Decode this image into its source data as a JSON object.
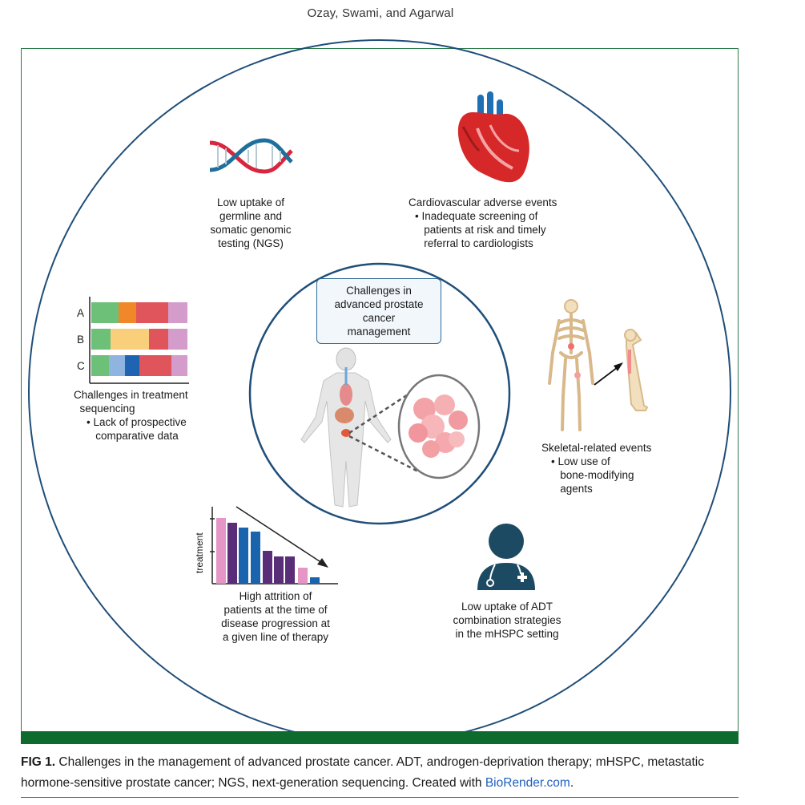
{
  "running_head": "Ozay, Swami, and Agarwal",
  "center": {
    "title": "Challenges in\nadvanced prostate\ncancer\nmanagement"
  },
  "items": {
    "genomic": "Low uptake of\ngermline and\nsomatic genomic\ntesting (NGS)",
    "cardio_title": "Cardiovascular adverse events",
    "cardio_bullet": "• Inadequate screening of\n   patients at risk and timely\n   referral to cardiologists",
    "sequencing_title": "Challenges in treatment\n  sequencing",
    "sequencing_bullet": "• Lack of prospective\n   comparative data",
    "skeletal_title": "Skeletal-related events",
    "skeletal_bullet": "• Low use of\n   bone-modifying\n   agents",
    "attrition": "High attrition of\npatients at the time of\ndisease progression at\na given line of therapy",
    "adt": "Low uptake of ADT\ncombination strategies\nin the mHSPC setting"
  },
  "bar_chart": {
    "rows": [
      "A",
      "B",
      "C"
    ]
  },
  "attrition_chart": {
    "ylabel": "treatment"
  },
  "caption": {
    "fig_label": "FIG 1.",
    "text": "  Challenges in the management of advanced prostate cancer. ADT, androgen-deprivation therapy; mHSPC, metastatic hormone-sensitive prostate cancer; NGS, next-generation sequencing. Created with ",
    "link": "BioRender.com",
    "end": "."
  },
  "colors": {
    "frame_green": "#0d6b2e",
    "circle_blue": "#1f4e79",
    "dna_red": "#d7263d",
    "dna_blue": "#1f6f9c",
    "heart_red": "#d62828",
    "doctor_navy": "#1d4a63"
  }
}
